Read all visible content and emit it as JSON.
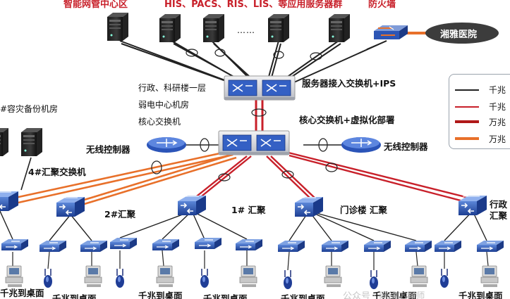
{
  "colors": {
    "gigabit": "#222222",
    "gigabit_red": "#c8202a",
    "ten_gig": "#b01818",
    "ten_gig_orange": "#e8702a",
    "brand_red": "#c8202a"
  },
  "top_labels": {
    "mgmt_center": "智能网管中心区",
    "app_servers": "HIS、PACS、RIS、LIS、等应用服务器群",
    "firewall": "防火墙",
    "dots": "……"
  },
  "cloud": {
    "label": "湘雅医院"
  },
  "core_labels": {
    "server_switch": "服务器接入交换机+IPS",
    "core_switch": "核心交换机+虚拟化部署",
    "room_line1": "行政、科研楼一层",
    "room_line2": "弱电中心机房",
    "room_line3": "核心交换机"
  },
  "wireless": {
    "left": "无线控制器",
    "right": "无线控制器"
  },
  "left_labels": {
    "backup_room": "#容灾备份机房",
    "agg4": "4#汇聚交换机",
    "agg2": "2#汇聚"
  },
  "aggregation": {
    "agg1": "1# 汇聚",
    "clinic": "门诊楼  汇聚",
    "admin_line1": "行政",
    "admin_line2": "汇聚"
  },
  "desktop_labels": [
    "千兆到桌面",
    "千兆到桌面",
    "千兆到桌面",
    "千兆到桌面",
    "千兆到桌面",
    "千兆到桌面",
    "千兆到桌面"
  ],
  "legend": [
    {
      "label": "千兆",
      "style": "gigabit"
    },
    {
      "label": "千兆",
      "style": "gigabit_red"
    },
    {
      "label": "万兆",
      "style": "ten_gig"
    },
    {
      "label": "万兆",
      "style": "ten_gig_orange"
    }
  ],
  "watermark": "公众号 · 网络工程师"
}
